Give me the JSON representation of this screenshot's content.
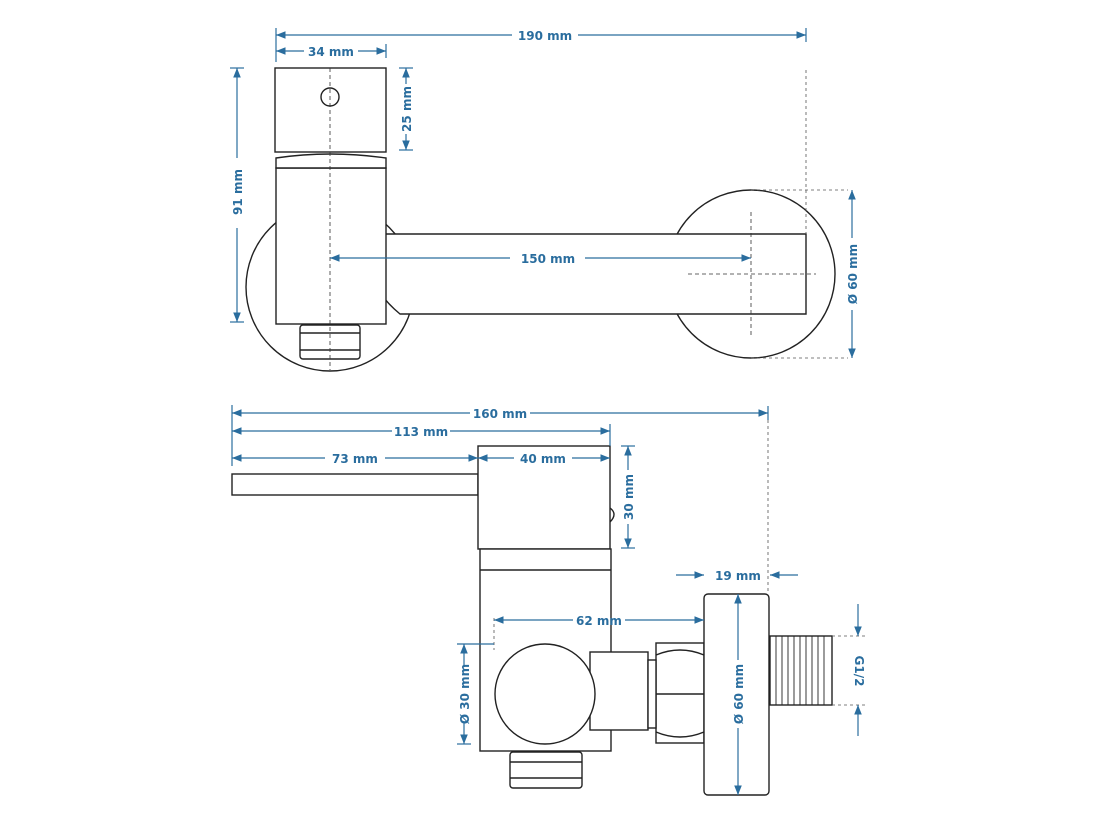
{
  "top_view": {
    "dims": {
      "overall_width": "190 mm",
      "handle_width": "34 mm",
      "handle_height": "25 mm",
      "body_height": "91 mm",
      "arm_length": "150 mm",
      "flange_dia": "Ø 60 mm"
    }
  },
  "front_view": {
    "dims": {
      "overall_width": "160 mm",
      "lever_to_body_right": "113 mm",
      "lever_length": "73 mm",
      "handle_width": "40 mm",
      "handle_height": "30 mm",
      "flange_thickness": "19 mm",
      "body_to_flange": "62 mm",
      "outlet_dia": "Ø 30 mm",
      "flange_dia": "Ø 60 mm",
      "thread_spec": "G1/2"
    }
  },
  "colors": {
    "dimension": "#2a6d9e",
    "outline": "#222222"
  }
}
